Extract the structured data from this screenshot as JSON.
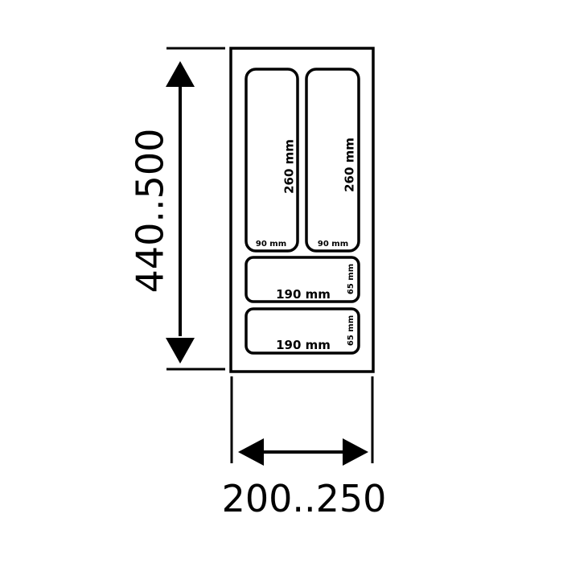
{
  "dimensions": {
    "height_range": "440..500",
    "width_range": "200..250"
  },
  "compartments": {
    "left_tall": {
      "length": "260 mm",
      "width": "90 mm"
    },
    "right_tall": {
      "length": "260 mm",
      "width": "90 mm"
    },
    "middle_wide": {
      "length": "190 mm",
      "width": "65 mm"
    },
    "bottom_wide": {
      "length": "190 mm",
      "width": "65 mm"
    }
  },
  "colors": {
    "line": "#000000",
    "background": "#ffffff"
  }
}
